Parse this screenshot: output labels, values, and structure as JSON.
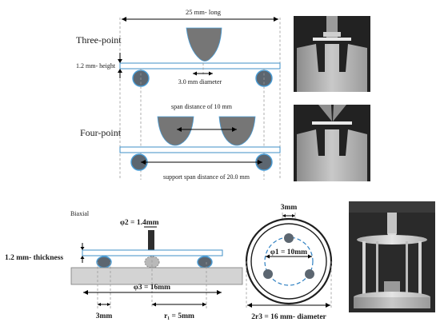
{
  "three_point": {
    "title": "Three-point",
    "length_label": "25 mm- long",
    "height_label": "1.2 mm- height",
    "diameter_label": "3.0 mm diameter"
  },
  "four_point": {
    "title": "Four-point",
    "span_label": "span distance of 10 mm",
    "support_span_label": "support span distance of 20.0 mm"
  },
  "biaxial": {
    "title": "Biaxial",
    "phi2_label": "φ2 = 1.4mm",
    "thickness_label": "1.2 mm- thickness",
    "phi3_label": "φ3 = 16mm",
    "gap_label": "3mm",
    "r1_label": "r₁ = 5mm",
    "top_view_gap_label": "3mm",
    "phi1_label": "φ1 = 10mm",
    "diameter_label": "2r3 = 16 mm- diameter"
  },
  "colors": {
    "plate_edge": "#3f8fc7",
    "roller_fill": "#5c6670",
    "roller_edge": "#4a9ed8",
    "ring_dash": "#2f80c2"
  }
}
